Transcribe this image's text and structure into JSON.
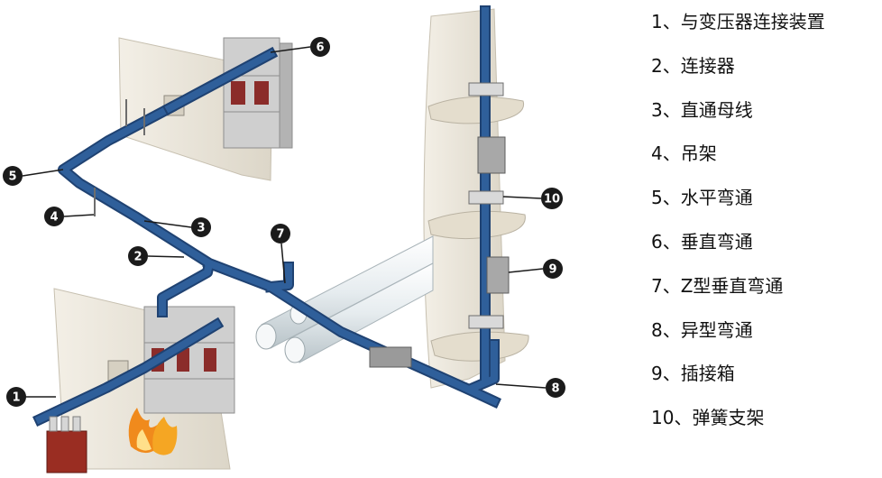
{
  "callouts": [
    "1",
    "2",
    "3",
    "4",
    "5",
    "6",
    "7",
    "8",
    "9",
    "10"
  ],
  "legend": [
    {
      "number": "1",
      "sep": "、",
      "label": "与变压器连接装置"
    },
    {
      "number": "2",
      "sep": "、",
      "label": "连接器"
    },
    {
      "number": "3",
      "sep": "、",
      "label": "直通母线"
    },
    {
      "number": "4",
      "sep": "、",
      "label": "吊架"
    },
    {
      "number": "5",
      "sep": "、",
      "label": "水平弯通"
    },
    {
      "number": "6",
      "sep": "、",
      "label": "垂直弯通"
    },
    {
      "number": "7",
      "sep": "、",
      "label": "Z型垂直弯通"
    },
    {
      "number": "8",
      "sep": "、",
      "label": "异型弯通"
    },
    {
      "number": "9",
      "sep": "、",
      "label": "插接箱"
    },
    {
      "number": "10",
      "sep": "、",
      "label": "弹簧支架"
    }
  ],
  "colors": {
    "busway": "#2f5f9a",
    "busway_side": "#1f4272",
    "wall": "#ece7dc",
    "cabinet": "#c9c9c9",
    "indicator": "#b8312f",
    "transformer": "#9a2d22",
    "fire": "#f08a1c",
    "callout_fill": "#1b1b1b",
    "pipe": "#e9eef0"
  },
  "icons": [
    "fire-icon",
    "transformer-icon",
    "cabinet-icon",
    "plug-in-box-icon",
    "spring-support-icon",
    "hanger-icon"
  ]
}
